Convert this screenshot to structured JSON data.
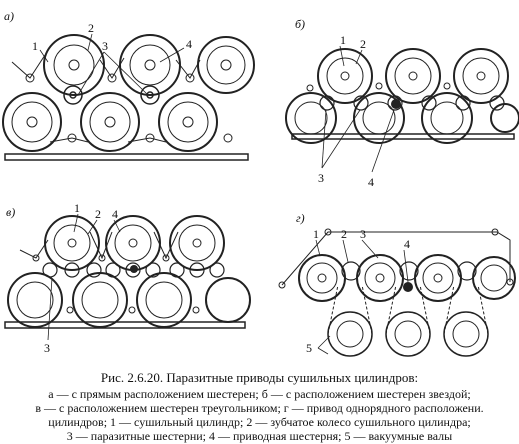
{
  "panels": [
    {
      "letter": "а)",
      "numbers": [
        "1",
        "2",
        "3",
        "4"
      ]
    },
    {
      "letter": "б)",
      "numbers": [
        "1",
        "2",
        "3",
        "4"
      ]
    },
    {
      "letter": "в)",
      "numbers": [
        "1",
        "2",
        "4",
        "3"
      ]
    },
    {
      "letter": "г)",
      "numbers": [
        "1",
        "2",
        "3",
        "4",
        "5"
      ]
    }
  ],
  "caption": {
    "title": "Рис. 2.6.20. Паразитные приводы сушильных цилиндров:",
    "line1": "а — с прямым расположением шестерен; б — с расположением шестерен звездой;",
    "line2": "в — с расположением шестерен треугольником; г — привод однорядного расположени.",
    "line3": "цилиндров; 1 — сушильный цилиндр; 2 — зубчатое колесо сушильного цилиндра;",
    "line4": "3 — паразитные шестерни; 4 — приводная шестерня; 5 — вакуумные валы"
  }
}
